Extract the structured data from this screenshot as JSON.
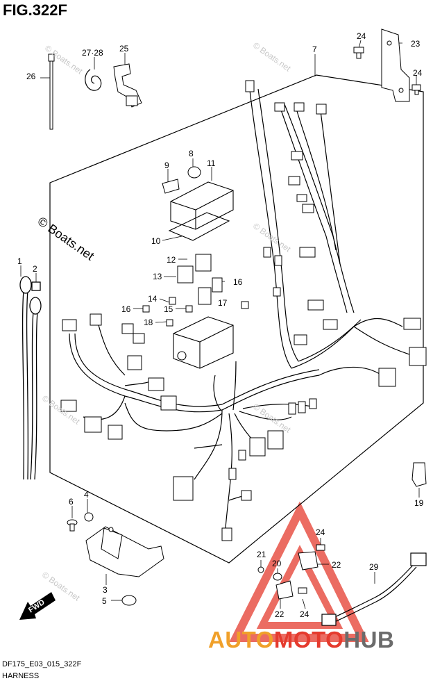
{
  "figure": {
    "title": "FIG.322F",
    "code": "DF175_E03_015_322F",
    "name": "HARNESS"
  },
  "watermark": {
    "main": "© Boats.net",
    "repeat": "© Boats.net"
  },
  "logo": {
    "part1": "AUTO",
    "part2": "MOTO",
    "part3": "HUB",
    "colors": {
      "auto": "#f0a02a",
      "moto": "#e53b2e",
      "hub": "#6b6b6b",
      "triangle": "#e53b2e"
    }
  },
  "fwd_label": "FWD",
  "part_labels": {
    "p1": "1",
    "p2": "2",
    "p3": "3",
    "p4": "4",
    "p5": "5",
    "p6": "6",
    "p7": "7",
    "p8": "8",
    "p9": "9",
    "p10": "10",
    "p11": "11",
    "p12": "12",
    "p13": "13",
    "p14": "14",
    "p15": "15",
    "p16a": "16",
    "p16b": "16",
    "p17": "17",
    "p18": "18",
    "p19": "19",
    "p20": "20",
    "p21": "21",
    "p22a": "22",
    "p22b": "22",
    "p23": "23",
    "p24a": "24",
    "p24b": "24",
    "p24c": "24",
    "p24d": "24",
    "p25": "25",
    "p26": "26",
    "p2728": "27·28",
    "p29": "29"
  }
}
